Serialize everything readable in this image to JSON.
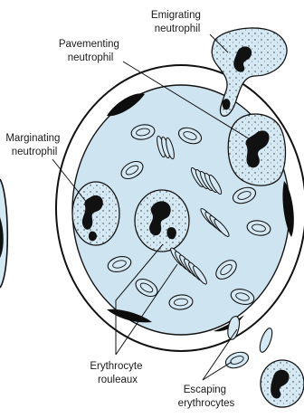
{
  "labels": {
    "emigrating": [
      "Emigrating",
      "neutrophil"
    ],
    "pavementing": [
      "Pavementing",
      "neutrophil"
    ],
    "marginating": [
      "Marginating",
      "neutrophil"
    ],
    "rouleaux": [
      "Erythrocyte",
      "rouleaux"
    ],
    "escaping": [
      "Escaping",
      "erythrocytes"
    ]
  },
  "colors": {
    "plasma": "#cfe4f1",
    "cell_fill": "#d5e9f5",
    "outline": "#111111",
    "nucleus": "#111111",
    "endothelial_nucleus": "#0d0d0d",
    "background": "#ffffff"
  }
}
